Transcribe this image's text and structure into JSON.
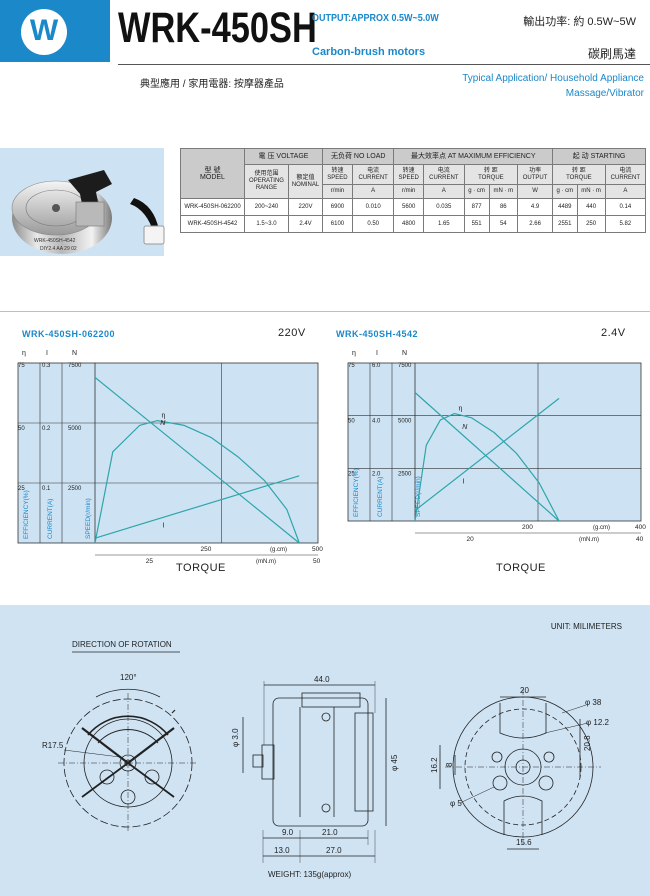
{
  "header": {
    "logo_letter": "W",
    "model": "WRK-450SH",
    "output_title": "OUTPUT:APPROX 0.5W~5.0W",
    "subtitle": "Carbon-brush motors",
    "cn_output": "輸出功率: 約 0.5W~5W",
    "cn_motor": "碳刷馬達",
    "application_cn": "典型應用 / 家用電器: 按摩器產品",
    "application_en_1": "Typical Application/ Household Appliance",
    "application_en_2": "Massage/Vibrator"
  },
  "photo_labels": {
    "line1": "WRK-450SH-4542",
    "line2": "DIY2.4 AA 29 02"
  },
  "spec_table": {
    "model_cn": "型 號",
    "model_en": "MODEL",
    "voltage_group": "電 压 VOLTAGE",
    "range_cn": "使用范围",
    "range_en_1": "OPERATING",
    "range_en_2": "RANGE",
    "nominal_cn": "额定值",
    "nominal_en": "NOMINAL",
    "noload_group": "无负荷 NO LOAD",
    "maxeff_group": "最大效率点 AT MAXIMUM EFFICIENCY",
    "starting_group": "起   动 STARTING",
    "speed_cn": "转速",
    "speed_en": "SPEED",
    "current_cn": "电流",
    "current_en": "CURRENT",
    "torque_cn": "转   距",
    "torque_en": "TORQUE",
    "output_cn": "功率",
    "output_en": "OUTPUT",
    "unit_rmin": "r/min",
    "unit_a": "A",
    "unit_gcm": "g · cm",
    "unit_mnm": "mN · m",
    "unit_w": "W",
    "rows": [
      {
        "model": "WRK-450SH-062200",
        "range": "200~240",
        "nominal": "220V",
        "nl_speed": "6900",
        "nl_current": "0.010",
        "me_speed": "5600",
        "me_current": "0.035",
        "me_torque_g": "877",
        "me_torque_mn": "86",
        "me_output": "4.9",
        "st_torque_g": "4489",
        "st_torque_mn": "440",
        "st_current": "0.14"
      },
      {
        "model": "WRK-450SH-4542",
        "range": "1.5~3.0",
        "nominal": "2.4V",
        "nl_speed": "6100",
        "nl_current": "0.50",
        "me_speed": "4800",
        "me_current": "1.65",
        "me_torque_g": "551",
        "me_torque_mn": "54",
        "me_output": "2.66",
        "st_torque_g": "2551",
        "st_torque_mn": "250",
        "st_current": "5.82"
      }
    ]
  },
  "chart_data": [
    {
      "type": "line",
      "title": "WRK-450SH-062200",
      "voltage": "220V",
      "xlabel": "TORQUE",
      "x_unit_top": "(g.cm)",
      "x_unit_bottom": "(mN.m)",
      "x_ticks_top": [
        "250",
        "500"
      ],
      "x_ticks_bottom": [
        "25",
        "50"
      ],
      "xlim_gcm": [
        0,
        500
      ],
      "y_axes": [
        {
          "label": "EFFICIENCY(%)",
          "symbol": "η",
          "ticks": [
            "75",
            "50",
            "25"
          ]
        },
        {
          "label": "CURRENT(A)",
          "symbol": "I",
          "ticks": [
            "0.3",
            "0.2",
            "0.1"
          ]
        },
        {
          "label": "SPEED(r/min)",
          "symbol": "N",
          "ticks": [
            "7500",
            "5000",
            "2500"
          ]
        }
      ],
      "ylim_speed": [
        0,
        7500
      ],
      "series": [
        {
          "name": "N",
          "x": [
            0,
            458
          ],
          "y": [
            6900,
            0
          ]
        },
        {
          "name": "I",
          "x": [
            0,
            458
          ],
          "y": [
            0.01,
            0.14
          ]
        },
        {
          "name": "η",
          "x": [
            0,
            40,
            100,
            140,
            200,
            260,
            320,
            380,
            430,
            458
          ],
          "y": [
            0,
            38,
            49,
            51,
            49,
            44,
            36,
            26,
            14,
            0
          ]
        }
      ]
    },
    {
      "type": "line",
      "title": "WRK-450SH-4542",
      "voltage": "2.4V",
      "xlabel": "TORQUE",
      "x_unit_top": "(g.cm)",
      "x_unit_bottom": "(mN.m)",
      "x_ticks_top": [
        "200",
        "400"
      ],
      "x_ticks_bottom": [
        "20",
        "40"
      ],
      "xlim_gcm": [
        0,
        400
      ],
      "y_axes": [
        {
          "label": "EFFICIENCY(%)",
          "symbol": "η",
          "ticks": [
            "75",
            "50",
            "25"
          ]
        },
        {
          "label": "CURRENT(A)",
          "symbol": "I",
          "ticks": [
            "6.0",
            "4.0",
            "2.0"
          ]
        },
        {
          "label": "SPEED(r/min)",
          "symbol": "N",
          "ticks": [
            "7500",
            "5000",
            "2500"
          ]
        }
      ],
      "ylim_speed": [
        0,
        7500
      ],
      "series": [
        {
          "name": "N",
          "x": [
            0,
            255
          ],
          "y": [
            6100,
            0
          ]
        },
        {
          "name": "I",
          "x": [
            0,
            255
          ],
          "y": [
            0.5,
            5.82
          ]
        },
        {
          "name": "η",
          "x": [
            0,
            20,
            45,
            70,
            100,
            140,
            180,
            220,
            255
          ],
          "y": [
            0,
            36,
            48,
            51,
            49,
            42,
            32,
            18,
            0
          ]
        }
      ]
    }
  ],
  "drawing": {
    "unit_note": "UNIT: MILIMETERS",
    "direction_note": "DIRECTION OF ROTATION",
    "weight_note": "WEIGHT:  135g(approx)",
    "dims": {
      "angle": "120°",
      "r_front": "R17.5",
      "len_44": "44.0",
      "shaft_3": "φ 3.0",
      "dia_45": "φ 45",
      "len_9": "9.0",
      "len_21": "21.0",
      "len_13": "13.0",
      "len_27": "27.0",
      "w_20": "20",
      "dia_38": "φ 38",
      "dia_12": "φ 12.2",
      "h_20_8": "20.8",
      "h_16_2": "16.2",
      "h_8": "8",
      "dia_5": "φ 5",
      "w_15_6": "15.6"
    }
  }
}
